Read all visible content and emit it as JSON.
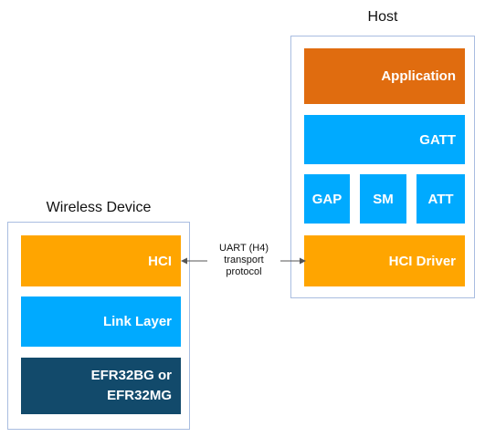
{
  "host": {
    "title": "Host",
    "blocks": {
      "application": "Application",
      "gatt": "GATT",
      "gap": "GAP",
      "sm": "SM",
      "att": "ATT",
      "hci_driver": "HCI Driver"
    }
  },
  "wireless_device": {
    "title": "Wireless Device",
    "blocks": {
      "hci": "HCI",
      "link_layer": "Link Layer",
      "chip_line1": "EFR32BG or",
      "chip_line2": "EFR32MG"
    }
  },
  "connection": {
    "line1": "UART (H4)",
    "line2": "transport",
    "line3": "protocol"
  },
  "colors": {
    "application": "#e06c0f",
    "blue": "#00aaff",
    "hci": "#ffa500",
    "chip": "#124a6b",
    "frame_border": "#a9bde0"
  }
}
